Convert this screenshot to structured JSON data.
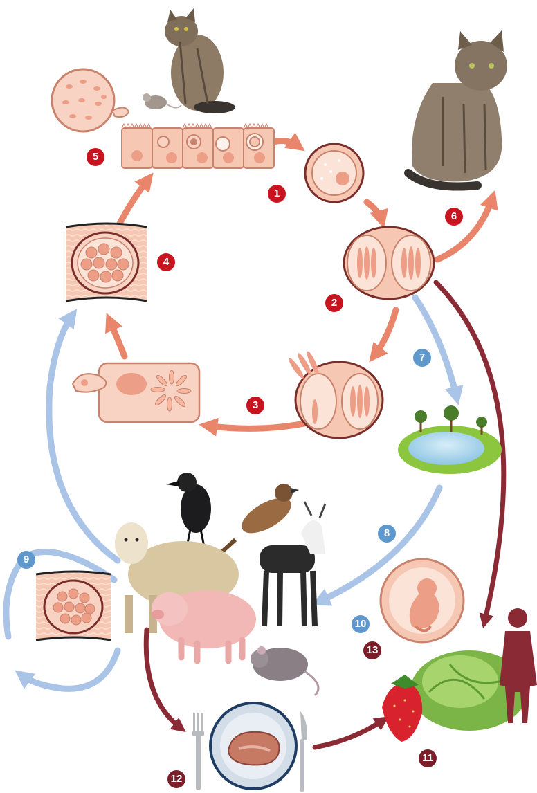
{
  "steps": [
    {
      "id": "5",
      "color": "red"
    },
    {
      "id": "1",
      "color": "red"
    },
    {
      "id": "6",
      "color": "red"
    },
    {
      "id": "4",
      "color": "red"
    },
    {
      "id": "2",
      "color": "red"
    },
    {
      "id": "7",
      "color": "blue"
    },
    {
      "id": "3",
      "color": "red"
    },
    {
      "id": "8",
      "color": "blue"
    },
    {
      "id": "9",
      "color": "blue"
    },
    {
      "id": "10",
      "color": "blue"
    },
    {
      "id": "13",
      "color": "dark"
    },
    {
      "id": "11",
      "color": "dark"
    },
    {
      "id": "12",
      "color": "dark"
    }
  ],
  "colors": {
    "feline_cycle": "#e8856a",
    "environment_cycle": "#a9c4e6",
    "human_infection": "#8a2a35",
    "tissue": "#f6c8b4",
    "badge_red": "#c8141e",
    "badge_blue": "#5e98cc",
    "badge_dark": "#7a1f2a"
  },
  "icons": [
    "cat-icon",
    "mouse-icon",
    "oocyst-icon",
    "sporulated-oocyst-icon",
    "tissue-cyst-icon",
    "pond-icon",
    "bird-icon",
    "sheep-icon",
    "pig-icon",
    "goat-icon",
    "rat-icon",
    "fetus-icon",
    "strawberry-icon",
    "lettuce-icon",
    "meat-plate-icon",
    "fork-icon",
    "knife-icon",
    "human-silhouette-icon"
  ]
}
